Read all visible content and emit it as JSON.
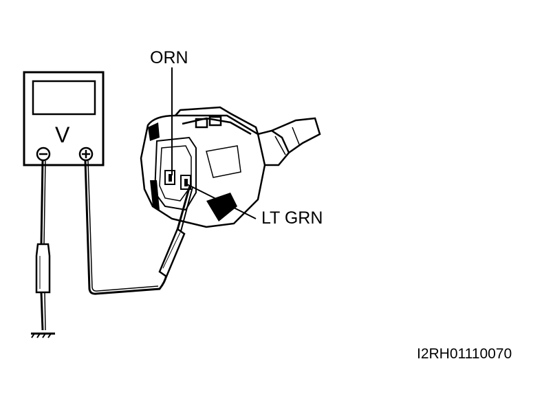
{
  "labels": {
    "orange_wire": "ORN",
    "light_green_wire": "LT GRN",
    "figure_code": "I2RH01110070",
    "meter_symbol": "V"
  },
  "icons": {
    "voltmeter": "voltmeter-icon",
    "negative_terminal": "minus-terminal-icon",
    "positive_terminal": "plus-terminal-icon",
    "ground": "ground-icon",
    "connector": "connector-icon",
    "probe": "probe-icon"
  },
  "colors": {
    "ink": "#000000",
    "background": "#ffffff"
  }
}
